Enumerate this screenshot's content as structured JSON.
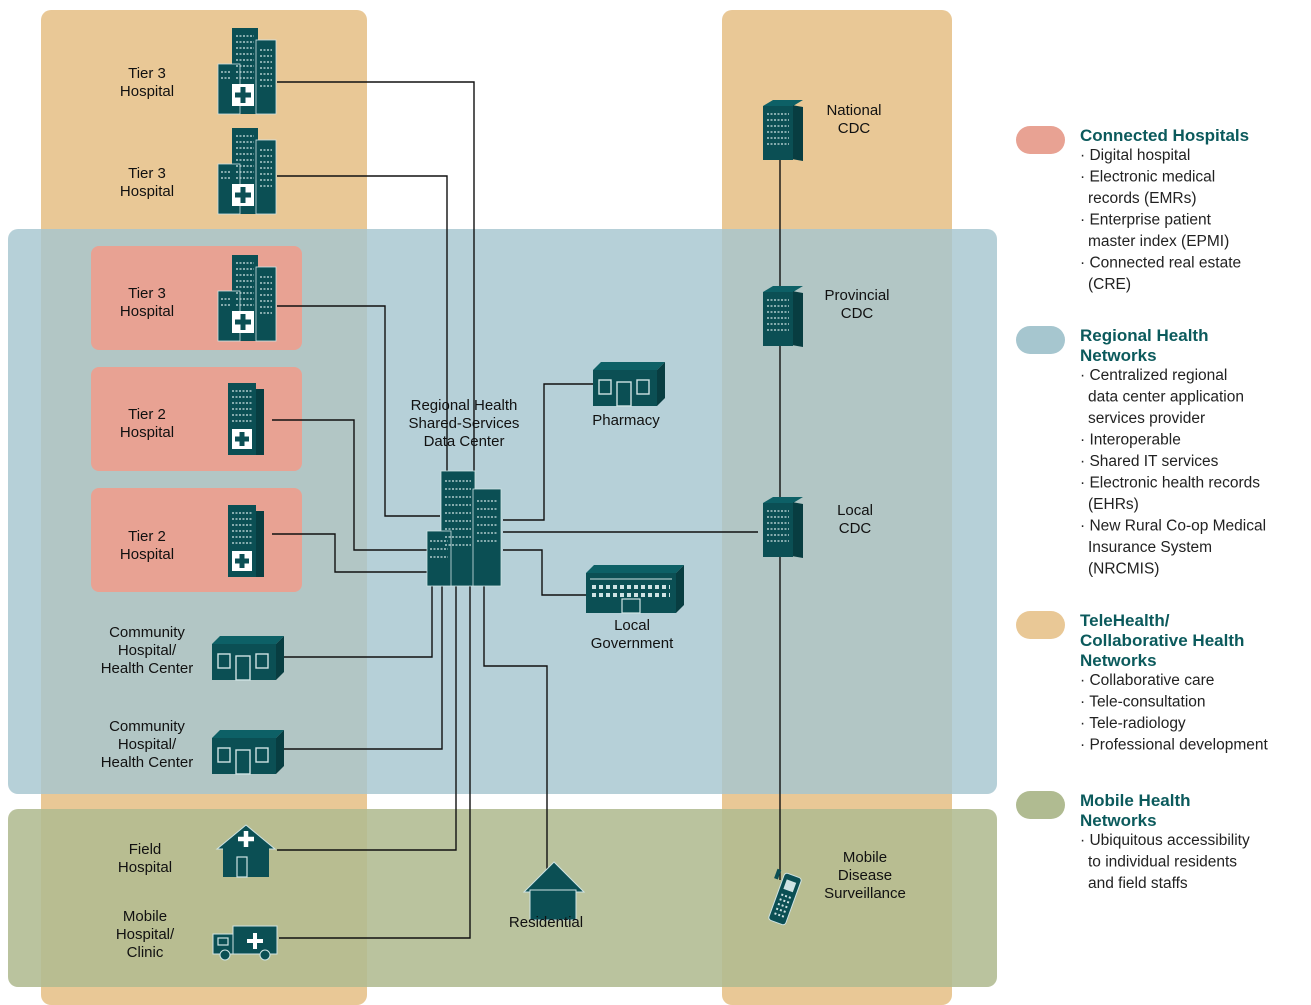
{
  "colors": {
    "telehealth": "#e9c896",
    "regional": "#a6c6cf",
    "mobile": "#b0bb91",
    "connected": "#e8a293",
    "icon": "#0b4f54",
    "title": "#0b5a5c"
  },
  "nodes": {
    "tier3_a": [
      "Tier 3",
      "Hospital"
    ],
    "tier3_b": [
      "Tier 3",
      "Hospital"
    ],
    "tier3_c": [
      "Tier 3",
      "Hospital"
    ],
    "tier2_a": [
      "Tier 2",
      "Hospital"
    ],
    "tier2_b": [
      "Tier 2",
      "Hospital"
    ],
    "community_a": [
      "Community",
      "Hospital/",
      "Health Center"
    ],
    "community_b": [
      "Community",
      "Hospital/",
      "Health Center"
    ],
    "field": [
      "Field",
      "Hospital"
    ],
    "mobile_clinic": [
      "Mobile",
      "Hospital/",
      "Clinic"
    ],
    "datacenter": [
      "Regional Health",
      "Shared-Services",
      "Data Center"
    ],
    "pharmacy": [
      "Pharmacy"
    ],
    "local_gov": [
      "Local",
      "Government"
    ],
    "residential": [
      "Residential"
    ],
    "national_cdc": [
      "National",
      "CDC"
    ],
    "provincial_cdc": [
      "Provincial",
      "CDC"
    ],
    "local_cdc": [
      "Local",
      "CDC"
    ],
    "mobile_surv": [
      "Mobile",
      "Disease",
      "Surveillance"
    ]
  },
  "legend": [
    {
      "title": [
        "Connected Hospitals"
      ],
      "color": "#e8a293",
      "items": [
        "· Digital hospital",
        "· Electronic medical",
        "  records (EMRs)",
        "· Enterprise patient",
        "  master index (EPMI)",
        "· Connected real estate",
        "  (CRE)"
      ]
    },
    {
      "title": [
        "Regional Health",
        "Networks"
      ],
      "color": "#a6c6cf",
      "items": [
        "· Centralized regional",
        "  data center application",
        "  services provider",
        "· Interoperable",
        "· Shared IT services",
        "· Electronic health records",
        "  (EHRs)",
        "· New Rural Co-op Medical",
        "  Insurance System",
        "  (NRCMIS)"
      ]
    },
    {
      "title": [
        "TeleHealth/",
        "Collaborative Health",
        "Networks"
      ],
      "color": "#e9c896",
      "items": [
        "· Collaborative care",
        "· Tele-consultation",
        "· Tele-radiology",
        "· Professional development"
      ]
    },
    {
      "title": [
        "Mobile Health",
        "Networks"
      ],
      "color": "#b0bb91",
      "items": [
        "· Ubiquitous accessibility",
        "  to individual residents",
        "  and field staffs"
      ]
    }
  ]
}
